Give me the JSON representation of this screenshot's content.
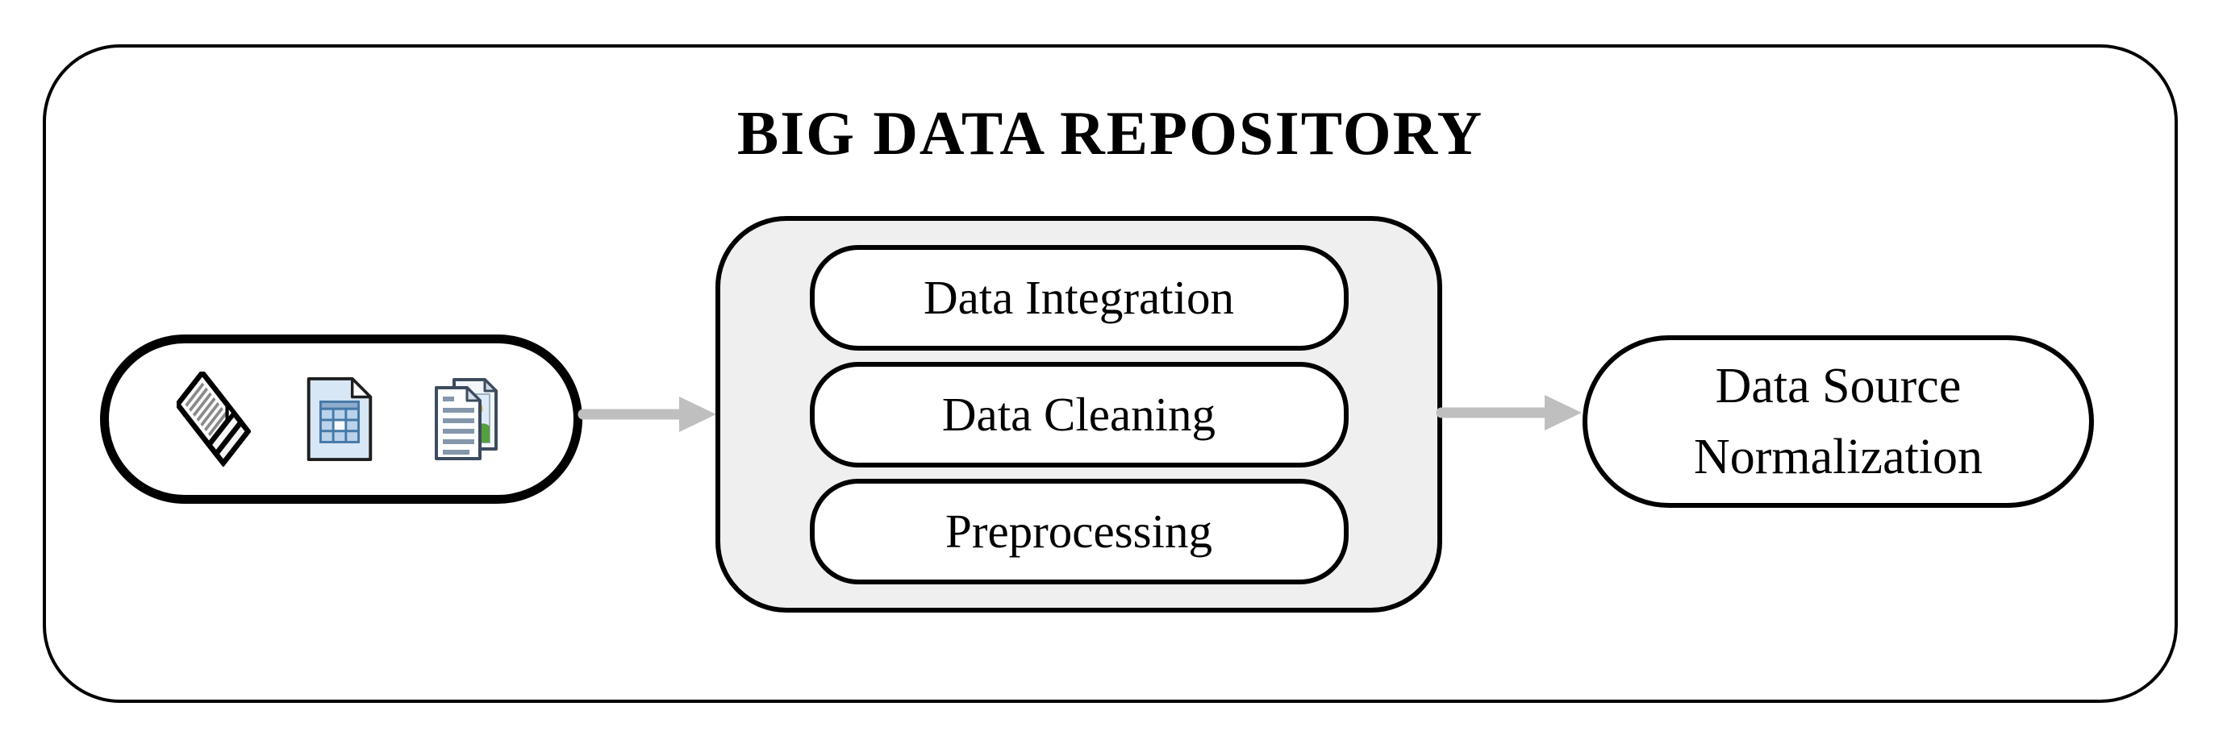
{
  "diagram": {
    "title": "BIG DATA REPOSITORY",
    "source": {
      "icons": [
        {
          "name": "document-stack-icon"
        },
        {
          "name": "spreadsheet-icon"
        },
        {
          "name": "image-document-icon"
        }
      ]
    },
    "process": {
      "steps": [
        "Data Integration",
        "Data Cleaning",
        "Preprocessing"
      ]
    },
    "output": {
      "line1": "Data Source",
      "line2": "Normalization"
    },
    "colors": {
      "outline": "#000000",
      "node_fill": "#ffffff",
      "process_box_fill": "#efefef",
      "arrow": "#bfbfbf",
      "spreadsheet_page_blue": "#d8e7f6",
      "spreadsheet_grid_blue": "#4579a8",
      "doc_text_line_gray": "#8497ab",
      "image_sun_orange": "#f5a93a",
      "image_hill_green": "#55a03e"
    }
  }
}
